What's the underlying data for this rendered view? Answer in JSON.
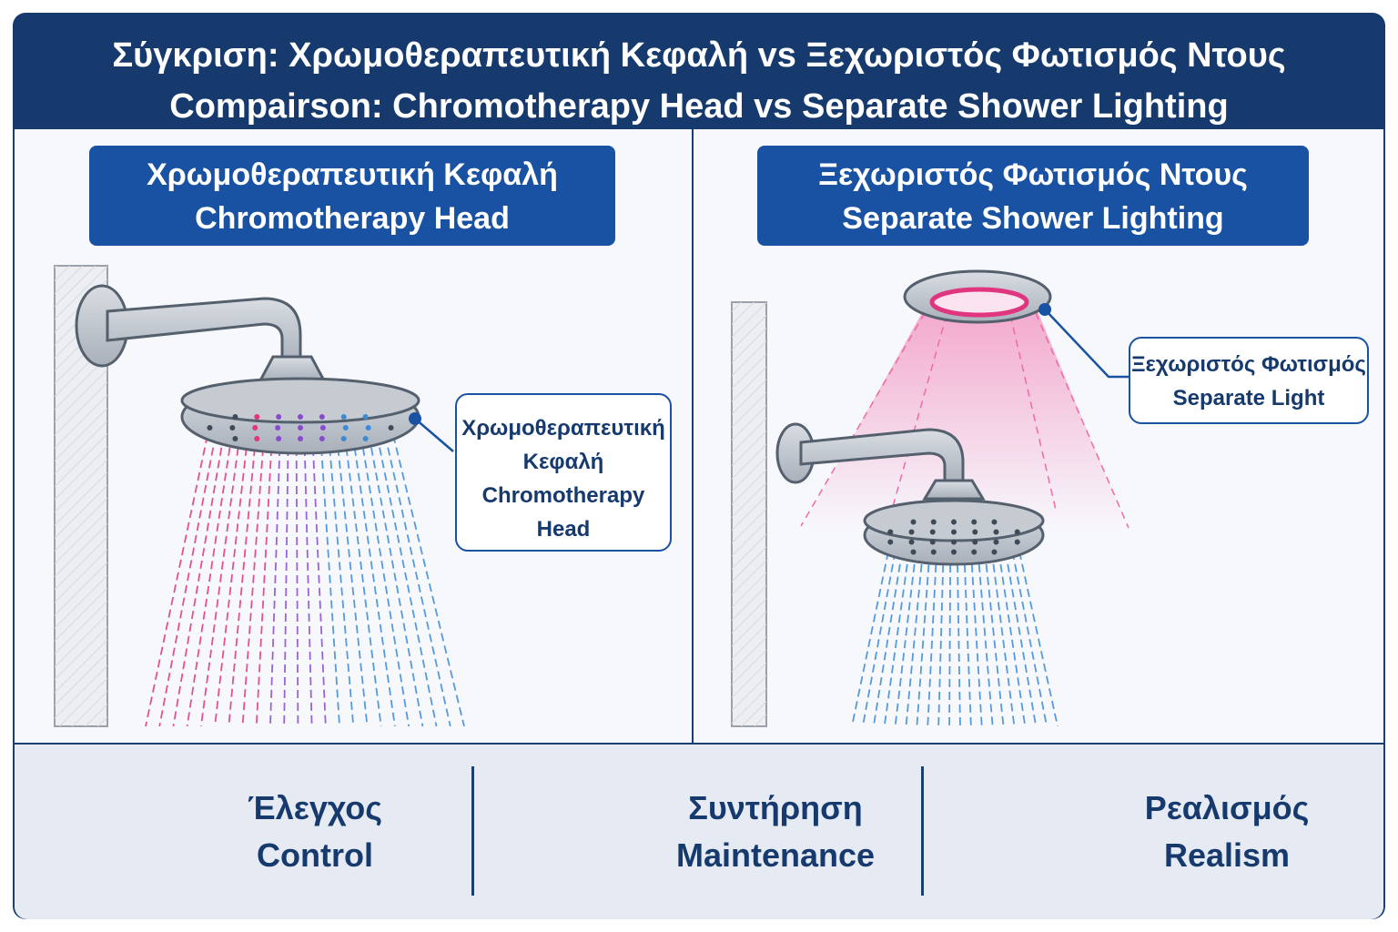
{
  "header": {
    "title_el": "Σύγκριση: Χρωμοθεραπευτική Κεφαλή vs Ξεχωριστός Φωτισμός Ντους",
    "title_en": "Compairson: Chromotherapy Head vs Separate Shower Lighting"
  },
  "left_panel": {
    "heading_el": "Χρωμοθεραπευτική Κεφαλή",
    "heading_en": "Chromotherapy Head",
    "callout_lines": [
      "Χρωμοθεραπευτική",
      "Κεφαλή",
      "Chromotherapy",
      "Head"
    ]
  },
  "right_panel": {
    "heading_el": "Ξεχωριστός Φωτισμός Ντους",
    "heading_en": "Separate Shower Lighting",
    "callout_lines": [
      "Ξεχωριστός Φωτισμός",
      "Separate Light"
    ]
  },
  "features": [
    {
      "label_el": "Έλεγχος",
      "label_en": "Control",
      "icon": "remote-control-icon"
    },
    {
      "label_el": "Συντήρηση",
      "label_en": "Maintenance",
      "icon": "wrench-screwdriver-icon"
    },
    {
      "label_el": "Ρεαλισμός",
      "label_en": "Realism",
      "icon": "eye-icon"
    }
  ],
  "colors": {
    "navy": "#163a6e",
    "blue": "#1a52a3",
    "magenta": "#e0357f",
    "purple": "#8a4ad0",
    "light_blue": "#3a8ad8"
  }
}
